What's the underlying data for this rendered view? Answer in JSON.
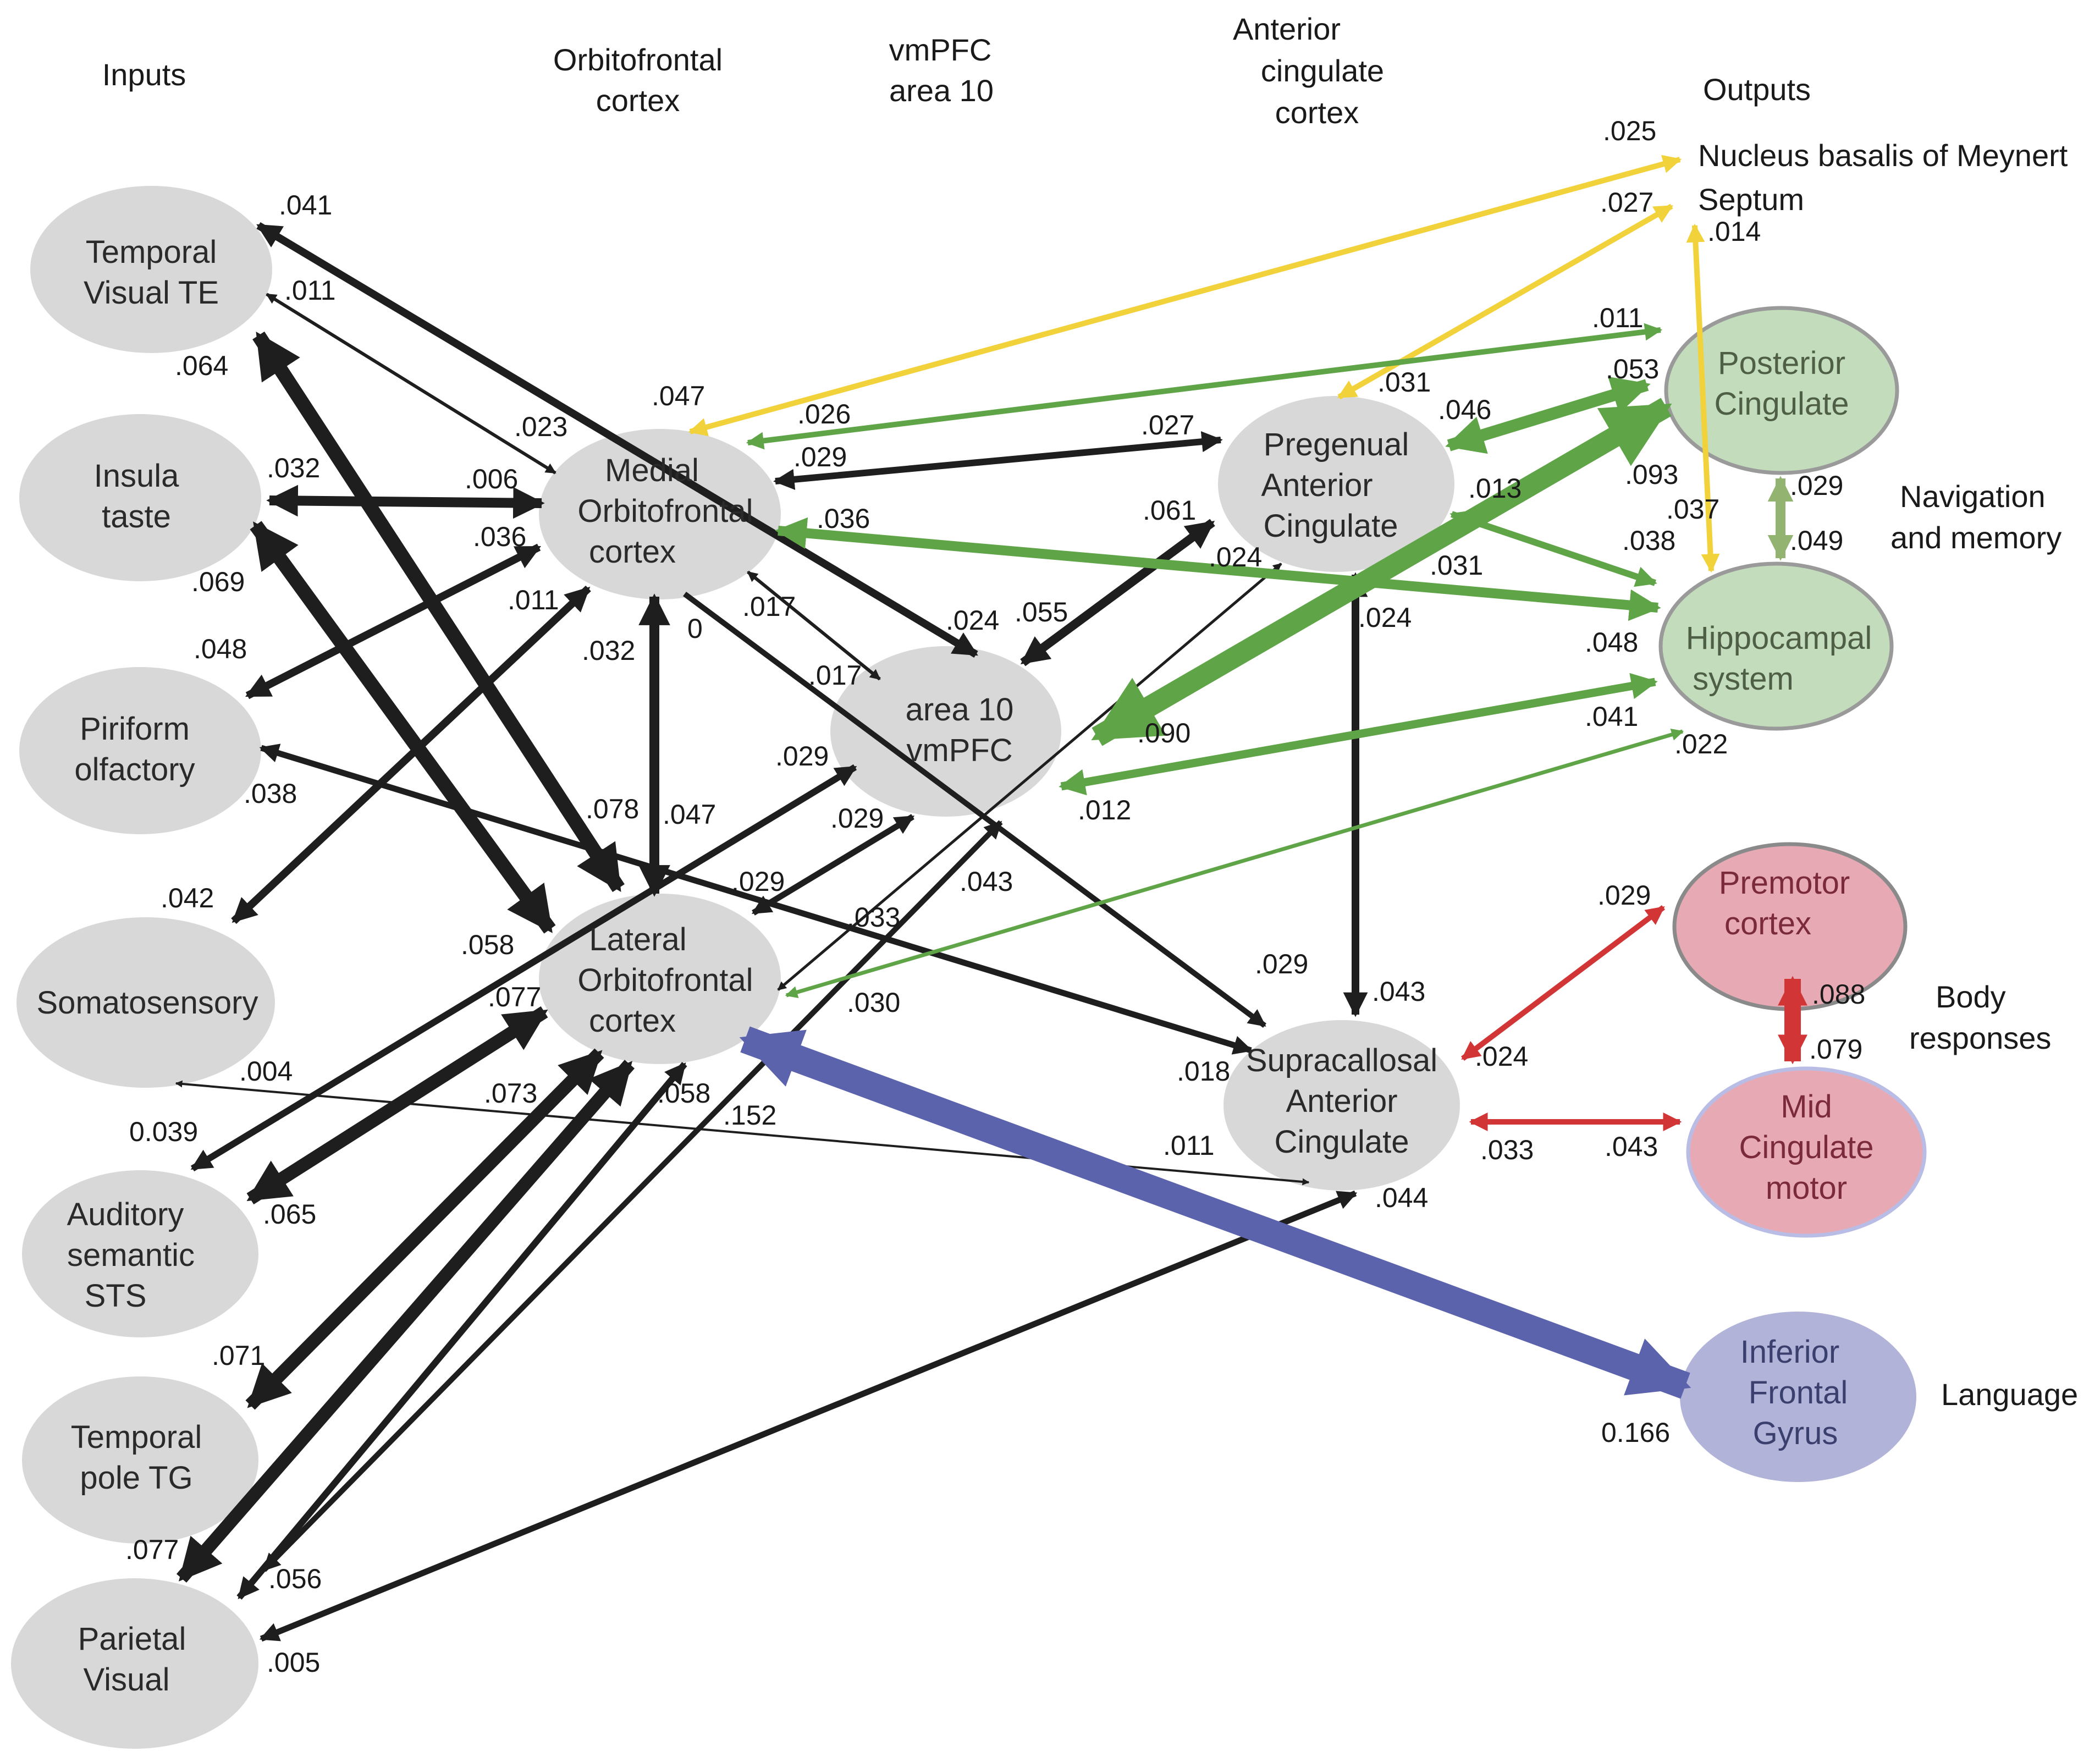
{
  "colors": {
    "input_node": "#d8d8d8",
    "green_node": "#c2dcbc",
    "pink_node": "#e7aab4",
    "purple_node": "#b1b3d8",
    "black_edge": "#1e1e1e",
    "yellow_edge": "#f2d23a",
    "green_edge": "#5fa548",
    "light_green_edge": "#93b471",
    "red_edge": "#d23535",
    "blue_edge": "#5c63ad"
  },
  "headers": {
    "inputs": "Inputs",
    "ofc": [
      "Orbitofrontal",
      "cortex"
    ],
    "vmpfc": [
      "vmPFC",
      "area 10"
    ],
    "acc": [
      "Anterior",
      "cingulate",
      "cortex"
    ],
    "outputs": "Outputs"
  },
  "side_labels": {
    "nbm": "Nucleus basalis of Meynert",
    "septum": "Septum",
    "navigation": [
      "Navigation",
      "and memory"
    ],
    "body": [
      "Body",
      "responses"
    ],
    "language": "Language"
  },
  "nodes": {
    "temporal_visual": {
      "lines": [
        "Temporal",
        "Visual TE"
      ]
    },
    "insula": {
      "lines": [
        "Insula",
        "taste"
      ]
    },
    "piriform": {
      "lines": [
        "Piriform",
        "olfactory"
      ]
    },
    "somatosensory": {
      "lines": [
        "Somatosensory"
      ]
    },
    "auditory": {
      "lines": [
        "Auditory",
        "semantic",
        "STS"
      ]
    },
    "temporal_pole": {
      "lines": [
        "Temporal",
        "pole TG"
      ]
    },
    "parietal": {
      "lines": [
        "Parietal",
        "Visual"
      ]
    },
    "medial_ofc": {
      "lines": [
        "Medial",
        "Orbitofrontal",
        "cortex"
      ]
    },
    "lateral_ofc": {
      "lines": [
        "Lateral",
        "Orbitofrontal",
        "cortex"
      ]
    },
    "area10": {
      "lines": [
        "area 10",
        "vmPFC"
      ]
    },
    "pregenual": {
      "lines": [
        "Pregenual",
        "Anterior",
        "Cingulate"
      ]
    },
    "supracallosal": {
      "lines": [
        "Supracallosal",
        "Anterior",
        "Cingulate"
      ]
    },
    "posterior_cingulate": {
      "lines": [
        "Posterior",
        "Cingulate"
      ]
    },
    "hippocampal": {
      "lines": [
        "Hippocampal",
        "system"
      ]
    },
    "premotor": {
      "lines": [
        "Premotor",
        "cortex"
      ]
    },
    "mid_cingulate": {
      "lines": [
        "Mid",
        "Cingulate",
        "motor"
      ]
    },
    "ifg": {
      "lines": [
        "Inferior",
        "Frontal",
        "Gyrus"
      ]
    }
  },
  "weights": [
    ".041",
    ".011",
    ".064",
    ".023",
    ".032",
    ".006",
    ".036",
    ".069",
    ".011",
    ".048",
    ".032",
    ".038",
    ".042",
    ".058",
    ".078",
    ".047",
    ".077",
    ".004",
    "0.039",
    ".073",
    ".065",
    ".058",
    ".152",
    ".071",
    ".077",
    ".056",
    ".005",
    ".047",
    ".026",
    ".029",
    ".036",
    "0",
    ".017",
    ".017",
    ".027",
    ".061",
    ".024",
    ".024",
    ".055",
    ".029",
    ".029",
    ".029",
    ".033",
    ".043",
    ".030",
    ".031",
    ".046",
    ".053",
    ".093",
    ".013",
    ".031",
    ".024",
    ".090",
    ".012",
    ".029",
    ".043",
    ".018",
    ".011",
    ".044",
    ".024",
    ".033",
    ".043",
    ".025",
    ".027",
    ".014",
    ".011",
    ".037",
    ".038",
    ".048",
    ".041",
    ".022",
    ".029",
    ".049",
    ".029",
    ".088",
    ".079",
    "0.166"
  ]
}
